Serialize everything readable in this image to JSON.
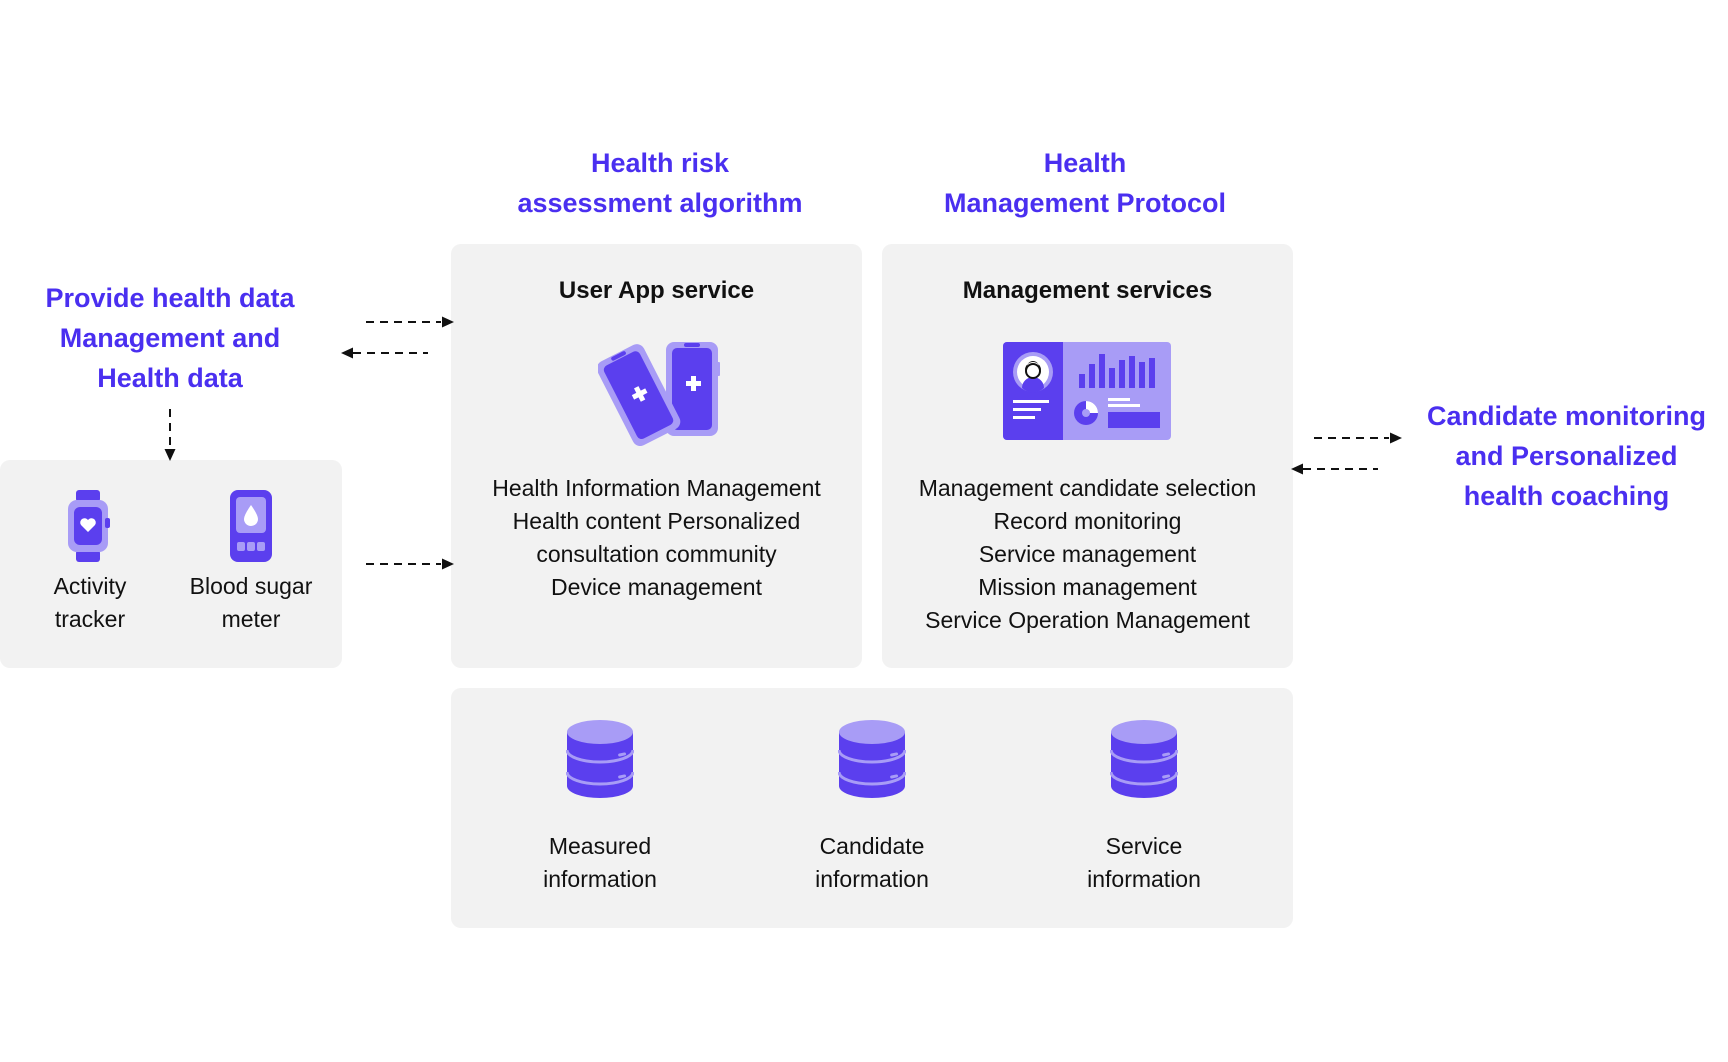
{
  "colors": {
    "accent": "#4a2ff0",
    "icon_primary": "#5b3fee",
    "icon_light": "#a89cf6",
    "panel": "#f2f2f2"
  },
  "headings": {
    "provide": [
      "Provide health data",
      "Management and",
      "Health data"
    ],
    "algorithm": [
      "Health risk",
      "assessment algorithm"
    ],
    "protocol": [
      "Health",
      "Management Protocol"
    ],
    "monitoring": [
      "Candidate monitoring",
      "and Personalized",
      "health coaching"
    ]
  },
  "devices": [
    {
      "icon": "smartwatch-icon",
      "lines": [
        "Activity",
        "tracker"
      ]
    },
    {
      "icon": "glucose-meter-icon",
      "lines": [
        "Blood sugar",
        "meter"
      ]
    }
  ],
  "user_app": {
    "title": "User App service",
    "icon": "smartphones-icon",
    "items": [
      "Health Information Management",
      "Health content Personalized",
      "consultation community",
      "Device management"
    ]
  },
  "management": {
    "title": "Management services",
    "icon": "dashboard-icon",
    "items": [
      "Management candidate selection",
      "Record monitoring",
      "Service management",
      "Mission management",
      "Service Operation Management"
    ]
  },
  "databases": [
    {
      "icon": "database-icon",
      "lines": [
        "Measured",
        "information"
      ]
    },
    {
      "icon": "database-icon",
      "lines": [
        "Candidate",
        "information"
      ]
    },
    {
      "icon": "database-icon",
      "lines": [
        "Service",
        "information"
      ]
    }
  ]
}
